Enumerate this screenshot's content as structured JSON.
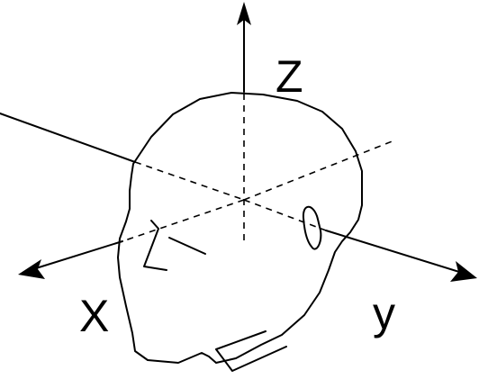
{
  "labels": {
    "z": "Z",
    "x": "X",
    "y": "y"
  },
  "colors": {
    "line": "#000000",
    "background": "#ffffff"
  }
}
